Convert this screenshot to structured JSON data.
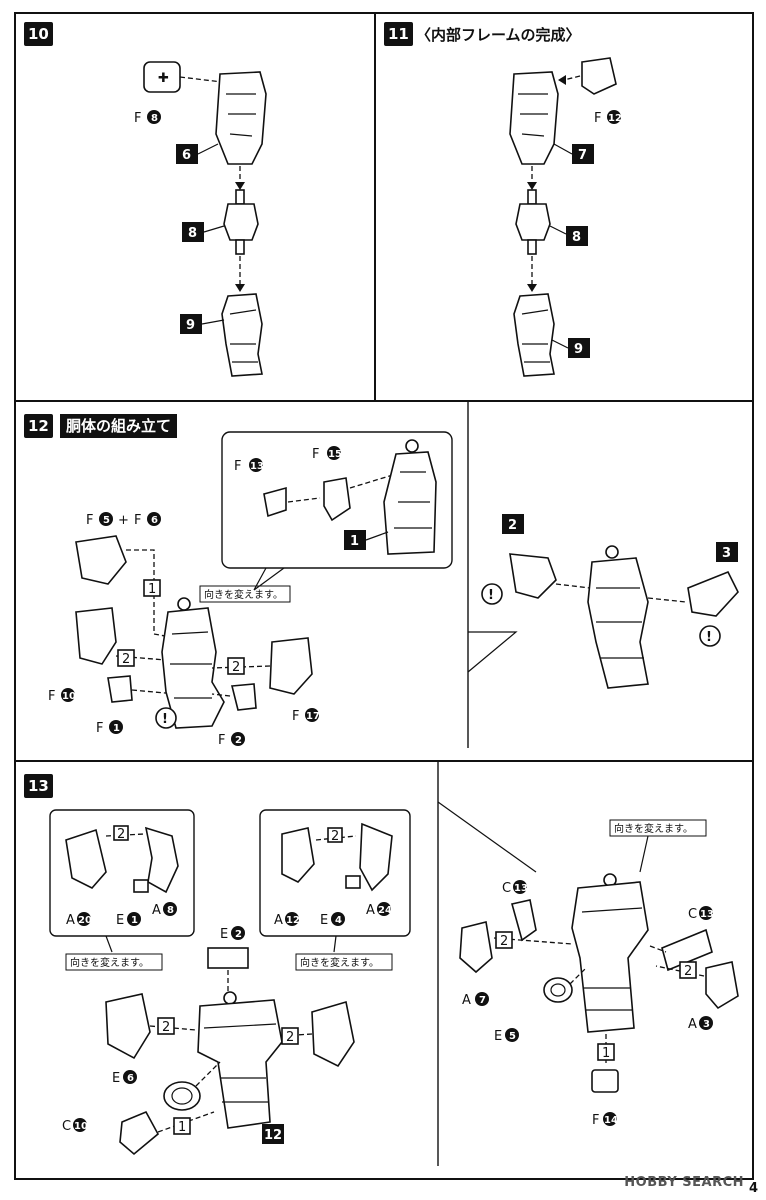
{
  "steps": {
    "s10": {
      "num": "10",
      "parts": {
        "f": "F",
        "f_n": "8",
        "p6": "6",
        "p8": "8",
        "p9": "9"
      }
    },
    "s11": {
      "num": "11",
      "title": "〈内部フレームの完成〉",
      "parts": {
        "f": "F",
        "f_n": "12",
        "p7": "7",
        "p8": "8",
        "p9": "9"
      }
    },
    "s12": {
      "num": "12",
      "title": "胴体の組み立て",
      "labels": {
        "f56": "F",
        "n5": "5",
        "plus": "+",
        "f6": "F",
        "n6": "6",
        "f13": "F",
        "n13": "13",
        "f15": "F",
        "n15": "15",
        "p1": "1",
        "f10": "F",
        "n10": "10",
        "f1": "F",
        "n1": "1",
        "f2": "F",
        "n2": "2",
        "f17": "F",
        "n17": "17",
        "s1": "1",
        "s2a": "2",
        "s2b": "2",
        "turn": "向きを変えます。",
        "p2": "2",
        "p3": "3",
        "warn": "!"
      }
    },
    "s13": {
      "num": "13",
      "labels": {
        "a20": "A",
        "n20": "20",
        "a8": "A",
        "n8": "8",
        "e1": "E",
        "ne1": "1",
        "a12": "A",
        "n12": "12",
        "e4": "E",
        "ne4": "4",
        "a24": "A",
        "n24": "24",
        "e2": "E",
        "ne2": "2",
        "e6": "E",
        "ne6": "6",
        "c10": "C",
        "nc10": "10",
        "p12": "12",
        "turn": "向きを変えます。",
        "c13": "C",
        "nc13": "13",
        "a7": "A",
        "n7": "7",
        "e5": "E",
        "ne5": "5",
        "a3": "A",
        "n3": "3",
        "f14": "F",
        "nf14": "14",
        "s1": "1",
        "s2": "2"
      }
    }
  },
  "footer": {
    "watermark": "HOBBY SEARCH",
    "page": "4"
  }
}
